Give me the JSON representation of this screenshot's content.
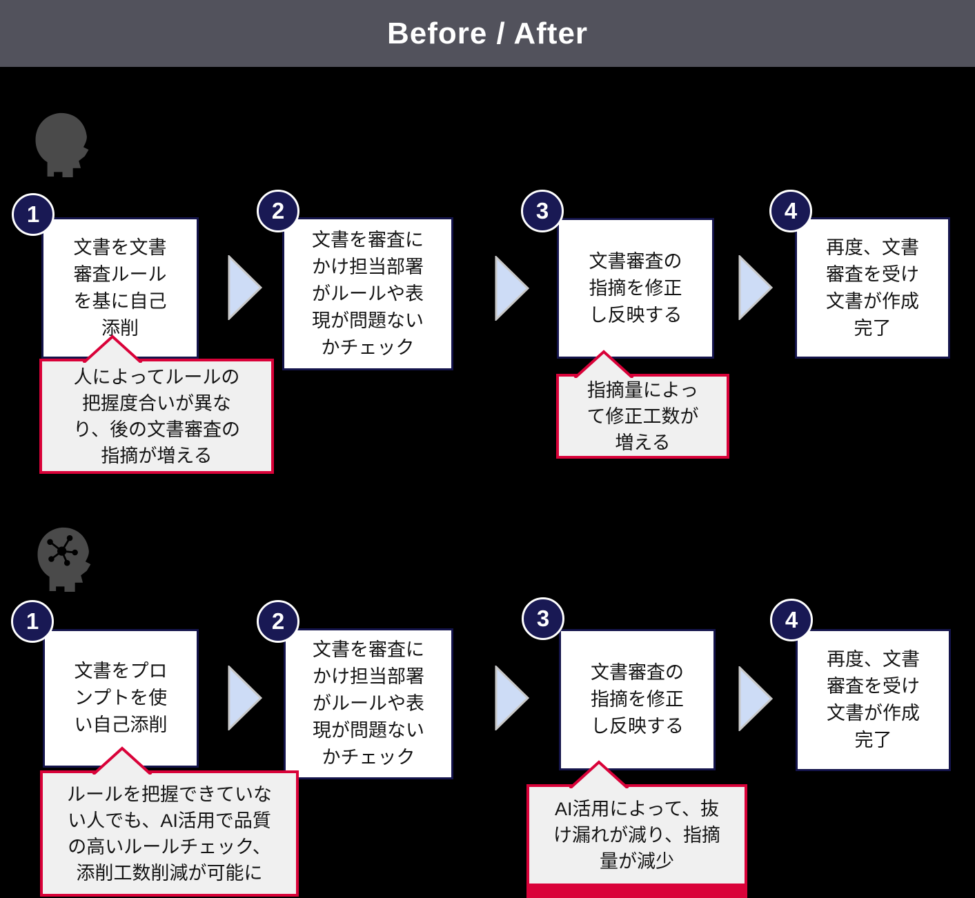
{
  "header": {
    "title": "Before / After"
  },
  "colors": {
    "header_bg": "#52525c",
    "accent_navy": "#14144b",
    "badge_navy": "#191954",
    "accent_red": "#d90239",
    "callout_bg": "#f0f0f0",
    "arrow_blue": "#cddcf6",
    "head_gray": "#4a4a4a",
    "background": "#000000"
  },
  "icons": {
    "before_row": "human-head-icon",
    "after_row": "ai-brain-head-icon",
    "between_steps": "arrow-right-icon"
  },
  "rows": [
    {
      "id": "before",
      "steps": [
        {
          "num": "1",
          "text": "文書を文書\n審査ルール\nを基に自己\n添削"
        },
        {
          "num": "2",
          "text": "文書を審査に\nかけ担当部署\nがルールや表\n現が問題ない\nかチェック"
        },
        {
          "num": "3",
          "text": "文書審査の\n指摘を修正\nし反映する"
        },
        {
          "num": "4",
          "text": "再度、文書\n審査を受け\n文書が作成\n完了"
        }
      ],
      "callouts": [
        {
          "attached_step": "1",
          "text": "人によってルールの\n把握度合いが異な\nり、後の文書審査の\n指摘が増える"
        },
        {
          "attached_step": "3",
          "text": "指摘量によっ\nて修正工数が\n増える"
        }
      ]
    },
    {
      "id": "after",
      "steps": [
        {
          "num": "1",
          "text": "文書をプロ\nンプトを使\nい自己添削"
        },
        {
          "num": "2",
          "text": "文書を審査に\nかけ担当部署\nがルールや表\n現が問題ない\nかチェック"
        },
        {
          "num": "3",
          "text": "文書審査の\n指摘を修正\nし反映する"
        },
        {
          "num": "4",
          "text": "再度、文書\n審査を受け\n文書が作成\n完了"
        }
      ],
      "callouts": [
        {
          "attached_step": "1",
          "text": "ルールを把握できていな\nい人でも、AI活用で品質\nの高いルールチェック、\n添削工数削減が可能に"
        },
        {
          "attached_step": "3",
          "text": "AI活用によって、抜\nけ漏れが減り、指摘\n量が減少"
        }
      ]
    }
  ]
}
